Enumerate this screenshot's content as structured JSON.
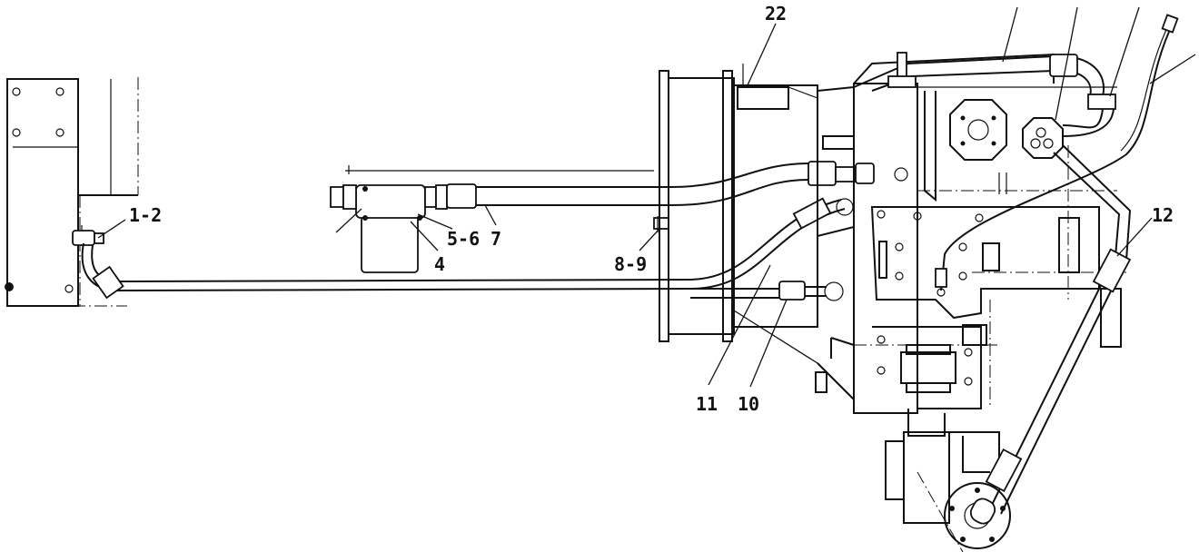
{
  "callouts": {
    "c1": "1-2",
    "c2": "22",
    "c3": "5-6",
    "c4": "4",
    "c5": "7",
    "c6": "8-9",
    "c7": "11",
    "c8": "10",
    "c9": "12"
  },
  "colors": {
    "line": "#111111",
    "background": "#ffffff"
  }
}
